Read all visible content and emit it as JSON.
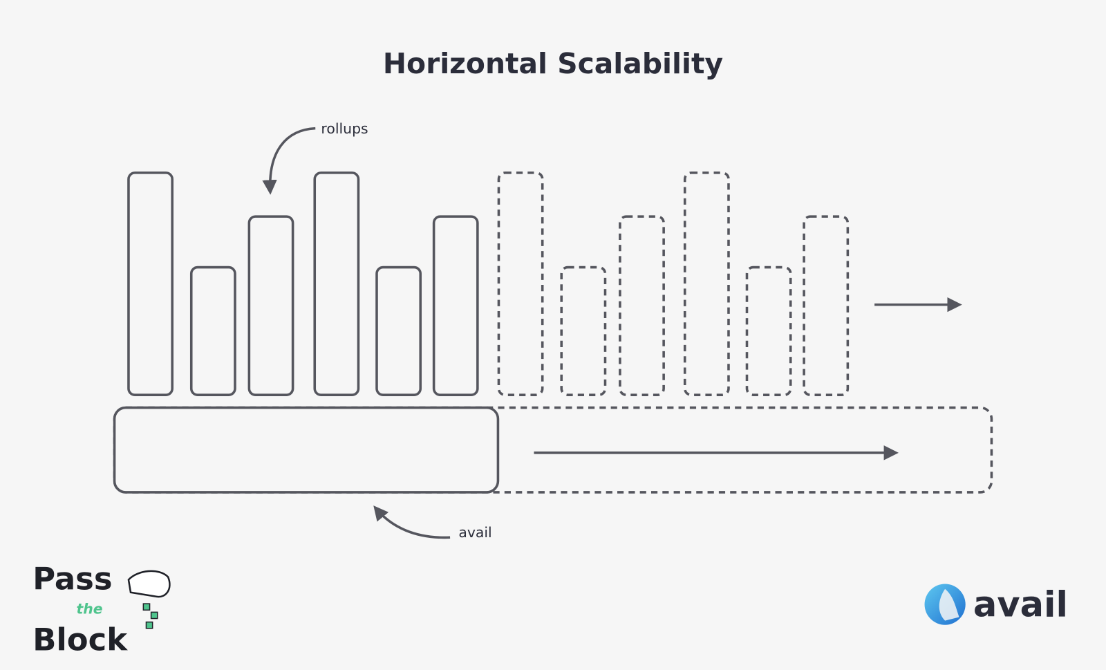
{
  "title": "Horizontal Scalability",
  "labels": {
    "rollups": "rollups",
    "avail": "avail"
  },
  "logos": {
    "left": {
      "line1": "Pass",
      "small": "the",
      "line2": "Block"
    },
    "right": {
      "text": "avail"
    }
  },
  "colors": {
    "stroke": "#55565e",
    "text": "#2b2d3a",
    "green": "#4fc48d",
    "blue": "#2f8fe0"
  }
}
